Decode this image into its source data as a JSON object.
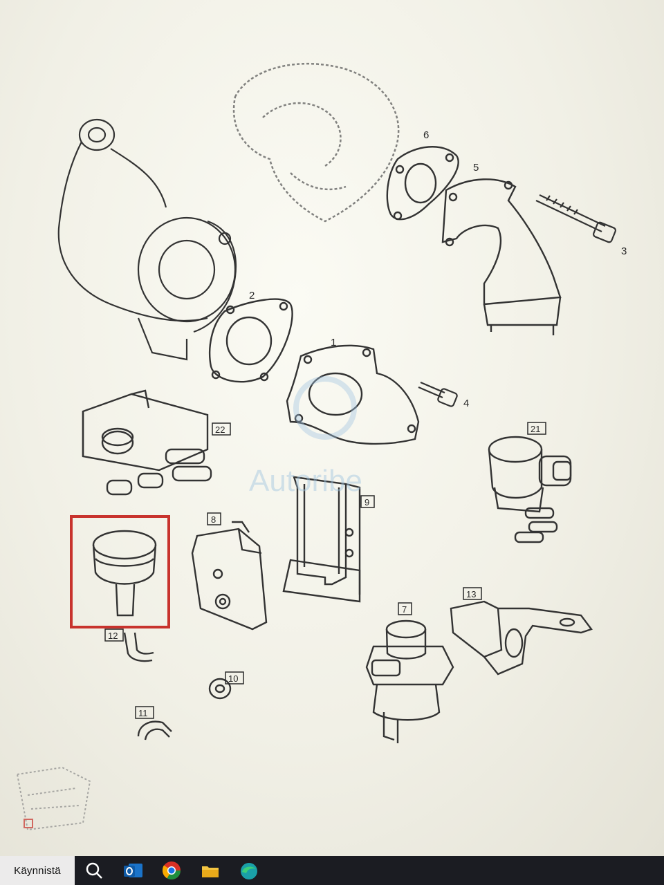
{
  "diagram": {
    "watermark": "Autoribe",
    "callouts": {
      "p1": "1",
      "p2": "2",
      "p3": "3",
      "p4": "4",
      "p5": "5",
      "p6": "6",
      "p7": "7",
      "p8": "8",
      "p9": "9",
      "p10": "10",
      "p11": "11",
      "p12": "12",
      "p13": "13",
      "p21": "21",
      "p22": "22"
    },
    "highlight_color": "#cc2a2a"
  },
  "taskbar": {
    "start_label": "Käynnistä",
    "icons": [
      "search-icon",
      "outlook-icon",
      "chrome-icon",
      "file-explorer-icon",
      "edge-icon"
    ]
  }
}
